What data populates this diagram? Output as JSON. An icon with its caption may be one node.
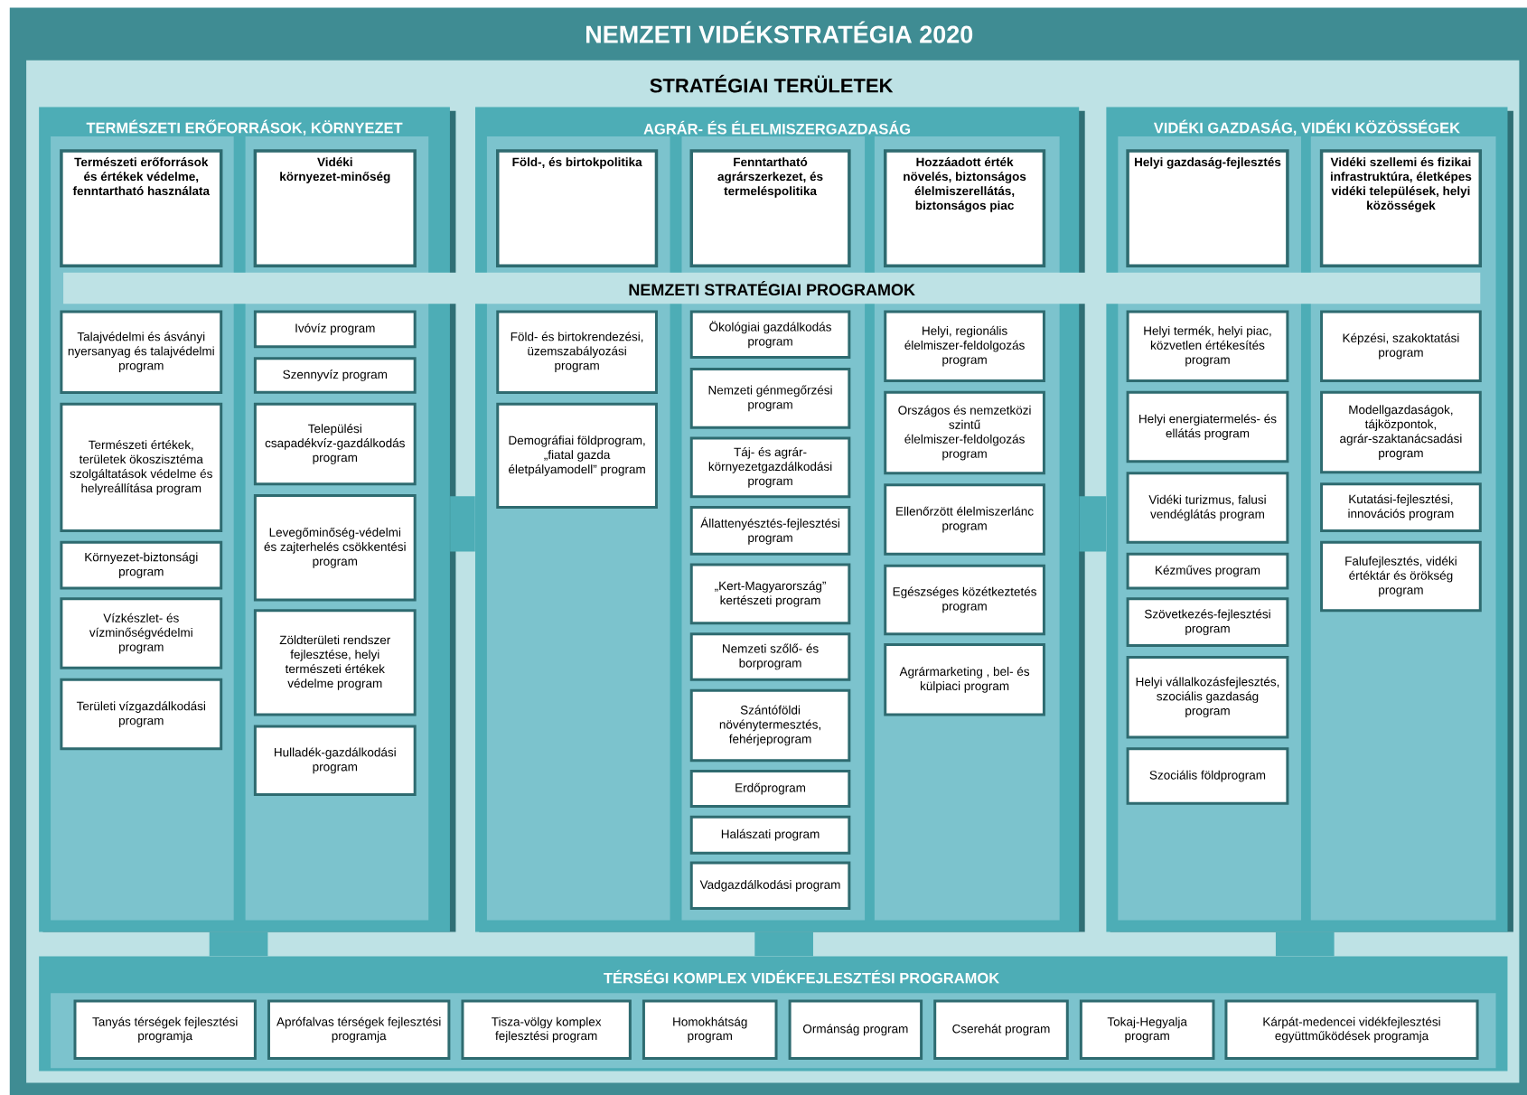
{
  "diagram": {
    "title": "NEMZETI VIDÉKSTRATÉGIA 2020",
    "nodes": [
      {
        "text": [
          "STRATÉGIAI TERÜLETEK"
        ]
      },
      {
        "text": [
          "TERMÉSZETI ERŐFORRÁSOK, KÖRNYEZET"
        ],
        "in": 0
      },
      {
        "text": [
          "AGRÁR- ÉS ÉLELMISZERGAZDASÁG"
        ],
        "in": 0
      },
      {
        "text": [
          "VIDÉKI GAZDASÁG, VIDÉKI KÖZÖSSÉGEK"
        ],
        "in": 0
      },
      {
        "text": [
          "NEMZETI STRATÉGIAI PROGRAMOK"
        ],
        "in": 0
      },
      {
        "text": [
          "Természeti erőforrások és értékek védelme, fenntartható használata"
        ],
        "in": 1
      },
      {
        "text": [
          "Vidéki környezet-minőség"
        ],
        "in": 1
      },
      {
        "text": [
          "Föld-, és birtokpolitika"
        ],
        "in": 2
      },
      {
        "text": [
          "Fenntartható agrárszerkezet, és termeléspolitika"
        ],
        "in": 2
      },
      {
        "text": [
          "Hozzáadott érték növelés, biztonságos élelmiszerellátás, biztonságos piac"
        ],
        "in": 2
      },
      {
        "text": [
          "Helyi gazdaság-fejlesztés"
        ],
        "in": 3
      },
      {
        "text": [
          "Vidéki szellemi és fizikai infrastruktúra, életképes vidéki települések, helyi közösségek"
        ],
        "in": 3
      },
      {
        "text": [
          "Talajvédelmi és ásványi nyersanyag és talajvédelmi program"
        ],
        "in": 1
      },
      {
        "text": [
          "Természeti értékek, területek ökoszisztéma szolgáltatások védelme és helyreállítása program"
        ],
        "in": 1
      },
      {
        "text": [
          "Környezet-biztonsági program"
        ],
        "in": 1
      },
      {
        "text": [
          "Vízkészlet- és vízminőségvédelmi program"
        ],
        "in": 1
      },
      {
        "text": [
          "Területi vízgazdálkodási program"
        ],
        "in": 1
      },
      {
        "text": [
          "Ivóvíz program"
        ],
        "in": 1
      },
      {
        "text": [
          "Szennyvíz program"
        ],
        "in": 1
      },
      {
        "text": [
          "Települési csapadékvíz-gazdálkodás program"
        ],
        "in": 1
      },
      {
        "text": [
          "Levegőminőség-védelmi és zajterhelés csökkentési program"
        ],
        "in": 1
      },
      {
        "text": [
          "Zöldterületi rendszer fejlesztése, helyi természeti értékek védelme program"
        ],
        "in": 1
      },
      {
        "text": [
          "Hulladék-gazdálkodási program"
        ],
        "in": 1
      },
      {
        "text": [
          "Föld- és birtokrendezési, üzemszabályozási program"
        ],
        "in": 2
      },
      {
        "text": [
          "Demográfiai földprogram, „fiatal gazda életpályamodell” program"
        ],
        "in": 2
      },
      {
        "text": [
          "Ökológiai gazdálkodás program"
        ],
        "in": 2
      },
      {
        "text": [
          "Nemzeti génmegőrzési program"
        ],
        "in": 2
      },
      {
        "text": [
          "Táj- és agrár-környezetgazdálkodási program"
        ],
        "in": 2
      },
      {
        "text": [
          "Állattenyésztés-fejlesztési program"
        ],
        "in": 2
      },
      {
        "text": [
          "„Kert-Magyarország” kertészeti program"
        ],
        "in": 2
      },
      {
        "text": [
          "Nemzeti szőlő- és borprogram"
        ],
        "in": 2
      },
      {
        "text": [
          "Szántóföldi növénytermesztés, fehérjeprogram"
        ],
        "in": 2
      },
      {
        "text": [
          "Erdőprogram"
        ],
        "in": 2
      },
      {
        "text": [
          "Halászati program"
        ],
        "in": 2
      },
      {
        "text": [
          "Vadgazdálkodási program"
        ],
        "in": 2
      },
      {
        "text": [
          "Helyi, regionális élelmiszer-feldolgozás program"
        ],
        "in": 2
      },
      {
        "text": [
          "Országos és nemzetközi szintű élelmiszer-feldolgozás program"
        ],
        "in": 2
      },
      {
        "text": [
          "Ellenőrzött élelmiszerlánc program"
        ],
        "in": 2
      },
      {
        "text": [
          "Egészséges közétkeztetés program"
        ],
        "in": 2
      },
      {
        "text": [
          "Agrármarketing , bel- és külpiaci program"
        ],
        "in": 2
      },
      {
        "text": [
          "Helyi termék, helyi piac, közvetlen értékesítés program"
        ],
        "in": 3
      },
      {
        "text": [
          "Helyi energiatermelés- és ellátás program"
        ],
        "in": 3
      },
      {
        "text": [
          "Vidéki turizmus, falusi vendéglátás program"
        ],
        "in": 3
      },
      {
        "text": [
          "Kézműves program"
        ],
        "in": 3
      },
      {
        "text": [
          "Szövetkezés-fejlesztési program"
        ],
        "in": 3
      },
      {
        "text": [
          "Helyi vállalkozásfejlesztés, szociális gazdaság program"
        ],
        "in": 3
      },
      {
        "text": [
          "Szociális földprogram"
        ],
        "in": 3
      },
      {
        "text": [
          "Képzési, szakoktatási program"
        ],
        "in": 3
      },
      {
        "text": [
          "Modellgazdaságok, tájközpontok, agrár-szaktanácsadási program"
        ],
        "in": 3
      },
      {
        "text": [
          "Kutatási-fejlesztési, innovációs program"
        ],
        "in": 3
      },
      {
        "text": [
          "Falufejlesztés, vidéki értéktár és örökség program"
        ],
        "in": 3
      },
      {
        "text": [
          "TÉRSÉGI KOMPLEX VIDÉKFEJLESZTÉSI PROGRAMOK"
        ],
        "in": 0
      },
      {
        "text": [
          "Tanyás térségek fejlesztési programja"
        ],
        "in": 51
      },
      {
        "text": [
          "Aprófalvas térségek fejlesztési programja"
        ],
        "in": 51
      },
      {
        "text": [
          "Tisza-völgy komplex fejlesztési program"
        ],
        "in": 51
      },
      {
        "text": [
          "Homokhátság program"
        ],
        "in": 51
      },
      {
        "text": [
          "Ormánság program"
        ],
        "in": 51
      },
      {
        "text": [
          "Cserehát program"
        ],
        "in": 51
      },
      {
        "text": [
          "Tokaj-Hegyalja program"
        ],
        "in": 51
      },
      {
        "text": [
          "Kárpát-medencei vidékfejlesztési együttműködések programja"
        ],
        "in": 51
      }
    ],
    "edges": [
      {
        "from": 1,
        "to": 2,
        "arrow": "none"
      },
      {
        "from": 2,
        "to": 3,
        "arrow": "none"
      },
      {
        "from": 1,
        "to": 51,
        "arrow": "none"
      },
      {
        "from": 2,
        "to": 51,
        "arrow": "none"
      },
      {
        "from": 3,
        "to": 51,
        "arrow": "none"
      }
    ]
  }
}
